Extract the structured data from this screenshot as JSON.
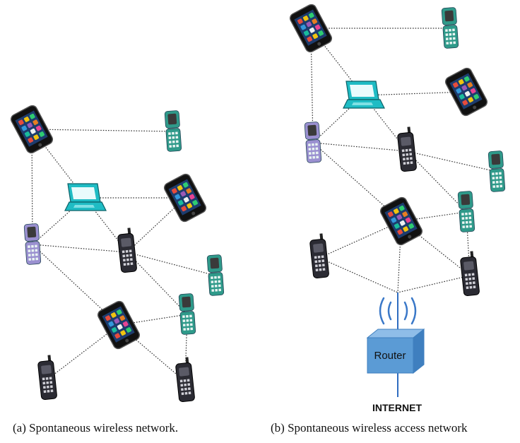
{
  "captions": {
    "a": "(a)  Spontaneous wireless network.",
    "b": "(b)  Spontaneous wireless access network"
  },
  "router": {
    "label": "Router"
  },
  "internet": {
    "label": "INTERNET"
  },
  "colors": {
    "link": "#333333",
    "router_front": "#5b9bd5",
    "router_top": "#8fbde8",
    "router_side": "#3f7fbf",
    "signal": "#3a78c8",
    "laptop": "#1fbcc4",
    "flip_phone": "#2f9a8a",
    "flip_phone_purple": "#9a90d0",
    "walkie_phone": "#2b2b33",
    "smartphone_body": "#111111"
  },
  "diagram_a": {
    "nodes": [
      {
        "id": "s1",
        "type": "smartphone"
      },
      {
        "id": "f1",
        "type": "flip-phone"
      },
      {
        "id": "l1",
        "type": "laptop"
      },
      {
        "id": "s2",
        "type": "smartphone"
      },
      {
        "id": "p1",
        "type": "purple-phone"
      },
      {
        "id": "w1",
        "type": "walkie-phone"
      },
      {
        "id": "f2",
        "type": "flip-phone"
      },
      {
        "id": "s3",
        "type": "smartphone"
      },
      {
        "id": "f3",
        "type": "flip-phone"
      },
      {
        "id": "w2",
        "type": "walkie-phone"
      },
      {
        "id": "w3",
        "type": "walkie-phone"
      }
    ],
    "links": [
      [
        "s1",
        "f1"
      ],
      [
        "s1",
        "l1"
      ],
      [
        "s1",
        "p1"
      ],
      [
        "l1",
        "s2"
      ],
      [
        "l1",
        "p1"
      ],
      [
        "l1",
        "w1"
      ],
      [
        "p1",
        "w1"
      ],
      [
        "p1",
        "s3"
      ],
      [
        "w1",
        "s2"
      ],
      [
        "w1",
        "f2"
      ],
      [
        "w1",
        "f3"
      ],
      [
        "s3",
        "f3"
      ],
      [
        "s3",
        "w3"
      ],
      [
        "s3",
        "w2"
      ],
      [
        "f3",
        "w3"
      ]
    ]
  },
  "diagram_b": {
    "nodes": [
      {
        "id": "s1",
        "type": "smartphone"
      },
      {
        "id": "f1",
        "type": "flip-phone"
      },
      {
        "id": "l1",
        "type": "laptop"
      },
      {
        "id": "s2",
        "type": "smartphone"
      },
      {
        "id": "p1",
        "type": "purple-phone"
      },
      {
        "id": "w1",
        "type": "walkie-phone"
      },
      {
        "id": "f2",
        "type": "flip-phone"
      },
      {
        "id": "s3",
        "type": "smartphone"
      },
      {
        "id": "f3",
        "type": "flip-phone"
      },
      {
        "id": "w2",
        "type": "walkie-phone"
      },
      {
        "id": "w3",
        "type": "walkie-phone"
      },
      {
        "id": "hub",
        "type": "hub"
      }
    ],
    "links": [
      [
        "s1",
        "f1"
      ],
      [
        "s1",
        "l1"
      ],
      [
        "s1",
        "p1"
      ],
      [
        "l1",
        "s2"
      ],
      [
        "l1",
        "w1"
      ],
      [
        "p1",
        "l1"
      ],
      [
        "p1",
        "w1"
      ],
      [
        "p1",
        "s3"
      ],
      [
        "w1",
        "f2"
      ],
      [
        "w1",
        "f3"
      ],
      [
        "s3",
        "f3"
      ],
      [
        "s3",
        "w2"
      ],
      [
        "s3",
        "w3"
      ],
      [
        "f3",
        "w3"
      ],
      [
        "s3",
        "hub"
      ],
      [
        "w2",
        "hub"
      ],
      [
        "w3",
        "hub"
      ]
    ]
  }
}
